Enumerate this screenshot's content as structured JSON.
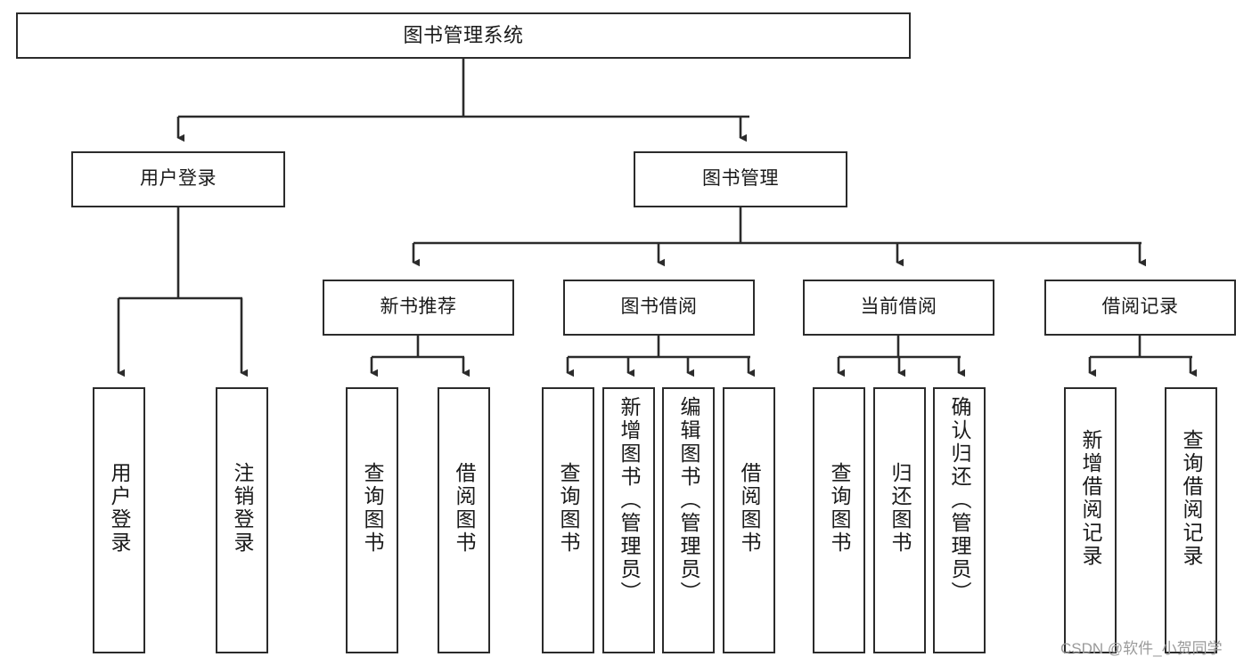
{
  "diagram": {
    "title": "图书管理系统",
    "type": "tree",
    "colors": {
      "box_border": "#2b2b2b",
      "box_fill": "#ffffff",
      "edge": "#2b2b2b",
      "text": "#1a1a1a",
      "watermark": "#9a9a9a"
    },
    "nodes": {
      "root": {
        "label": "图书管理系统"
      },
      "level2": [
        {
          "id": "user-login",
          "label": "用户登录"
        },
        {
          "id": "book-manage",
          "label": "图书管理"
        }
      ],
      "level3": [
        {
          "id": "new-book-rec",
          "label": "新书推荐"
        },
        {
          "id": "book-borrow",
          "label": "图书借阅"
        },
        {
          "id": "current-borrow",
          "label": "当前借阅"
        },
        {
          "id": "borrow-record",
          "label": "借阅记录"
        }
      ],
      "leaves": [
        {
          "id": "leaf-user-login",
          "label": "用户登录",
          "parent": "user-login"
        },
        {
          "id": "leaf-logout-login",
          "label": "注销登录",
          "parent": "user-login"
        },
        {
          "id": "leaf-query-book-1",
          "label": "查询图书",
          "parent": "new-book-rec"
        },
        {
          "id": "leaf-borrow-book-1",
          "label": "借阅图书",
          "parent": "new-book-rec"
        },
        {
          "id": "leaf-query-book-2",
          "label": "查询图书",
          "parent": "book-borrow"
        },
        {
          "id": "leaf-add-book",
          "label": "新增图书（管理员）",
          "parent": "book-borrow"
        },
        {
          "id": "leaf-edit-book",
          "label": "编辑图书（管理员）",
          "parent": "book-borrow"
        },
        {
          "id": "leaf-borrow-book-2",
          "label": "借阅图书",
          "parent": "book-borrow"
        },
        {
          "id": "leaf-query-book-3",
          "label": "查询图书",
          "parent": "current-borrow"
        },
        {
          "id": "leaf-return-book",
          "label": "归还图书",
          "parent": "current-borrow"
        },
        {
          "id": "leaf-confirm-return",
          "label": "确认归还（管理员）",
          "parent": "current-borrow"
        },
        {
          "id": "leaf-add-record",
          "label": "新增借阅记录",
          "parent": "borrow-record"
        },
        {
          "id": "leaf-query-record",
          "label": "查询借阅记录",
          "parent": "borrow-record"
        }
      ]
    },
    "watermark": "CSDN @软件_小贺同学"
  }
}
